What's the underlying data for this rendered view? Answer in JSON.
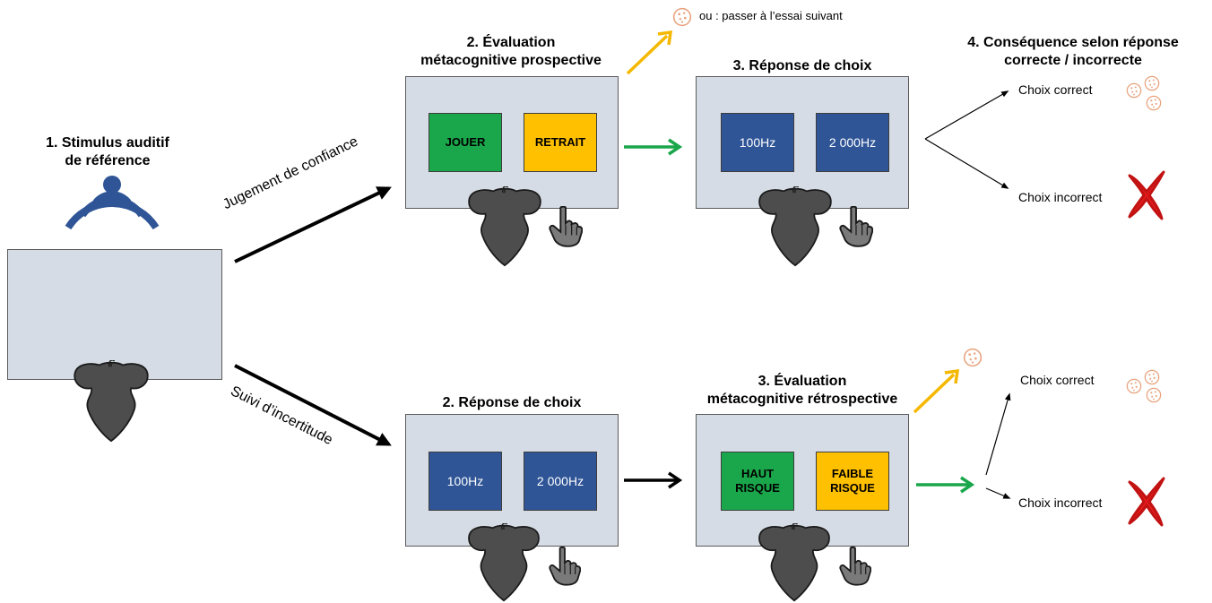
{
  "stimulus": {
    "heading_line1": "1. Stimulus auditif",
    "heading_line2": "de référence"
  },
  "top_path": {
    "arrow_label": "Jugement de confiance",
    "step2_heading_line1": "2. Évaluation",
    "step2_heading_line2": "métacognitive prospective",
    "btn_play": "JOUER",
    "btn_withdraw": "RETRAIT",
    "skip_label": "ou : passer à l’essai suivant",
    "step3_heading": "3. Réponse de choix",
    "btn_100": "100Hz",
    "btn_2000": "2 000Hz",
    "outcome_correct": "Choix correct",
    "outcome_incorrect": "Choix incorrect"
  },
  "bottom_path": {
    "arrow_label": "Suivi d’incertitude",
    "step2_heading": "2. Réponse de choix",
    "btn_100": "100Hz",
    "btn_2000": "2 000Hz",
    "step3_heading_line1": "3. Évaluation",
    "step3_heading_line2": "métacognitive rétrospective",
    "btn_high_risk": "HAUT\nRISQUE",
    "btn_low_risk": "FAIBLE\nRISQUE",
    "outcome_correct": "Choix correct",
    "outcome_incorrect": "Choix incorrect"
  },
  "step4": {
    "heading_line1": "4. Conséquence selon réponse",
    "heading_line2": "correcte / incorrecte"
  },
  "colors": {
    "screen": "#d6dce5",
    "green": "#1aa64a",
    "yellow": "#ffc000",
    "blue": "#2f5597",
    "speaker": "#2f5597",
    "arrow_green": "#1aa64a",
    "arrow_yellow": "#f5b800",
    "cross": "#e01b1b",
    "reward": "#e8a27c"
  },
  "icons": [
    "speaker-icon",
    "monkey-icon",
    "hand-pointer-icon",
    "reward-pellet-icon",
    "cross-icon"
  ]
}
